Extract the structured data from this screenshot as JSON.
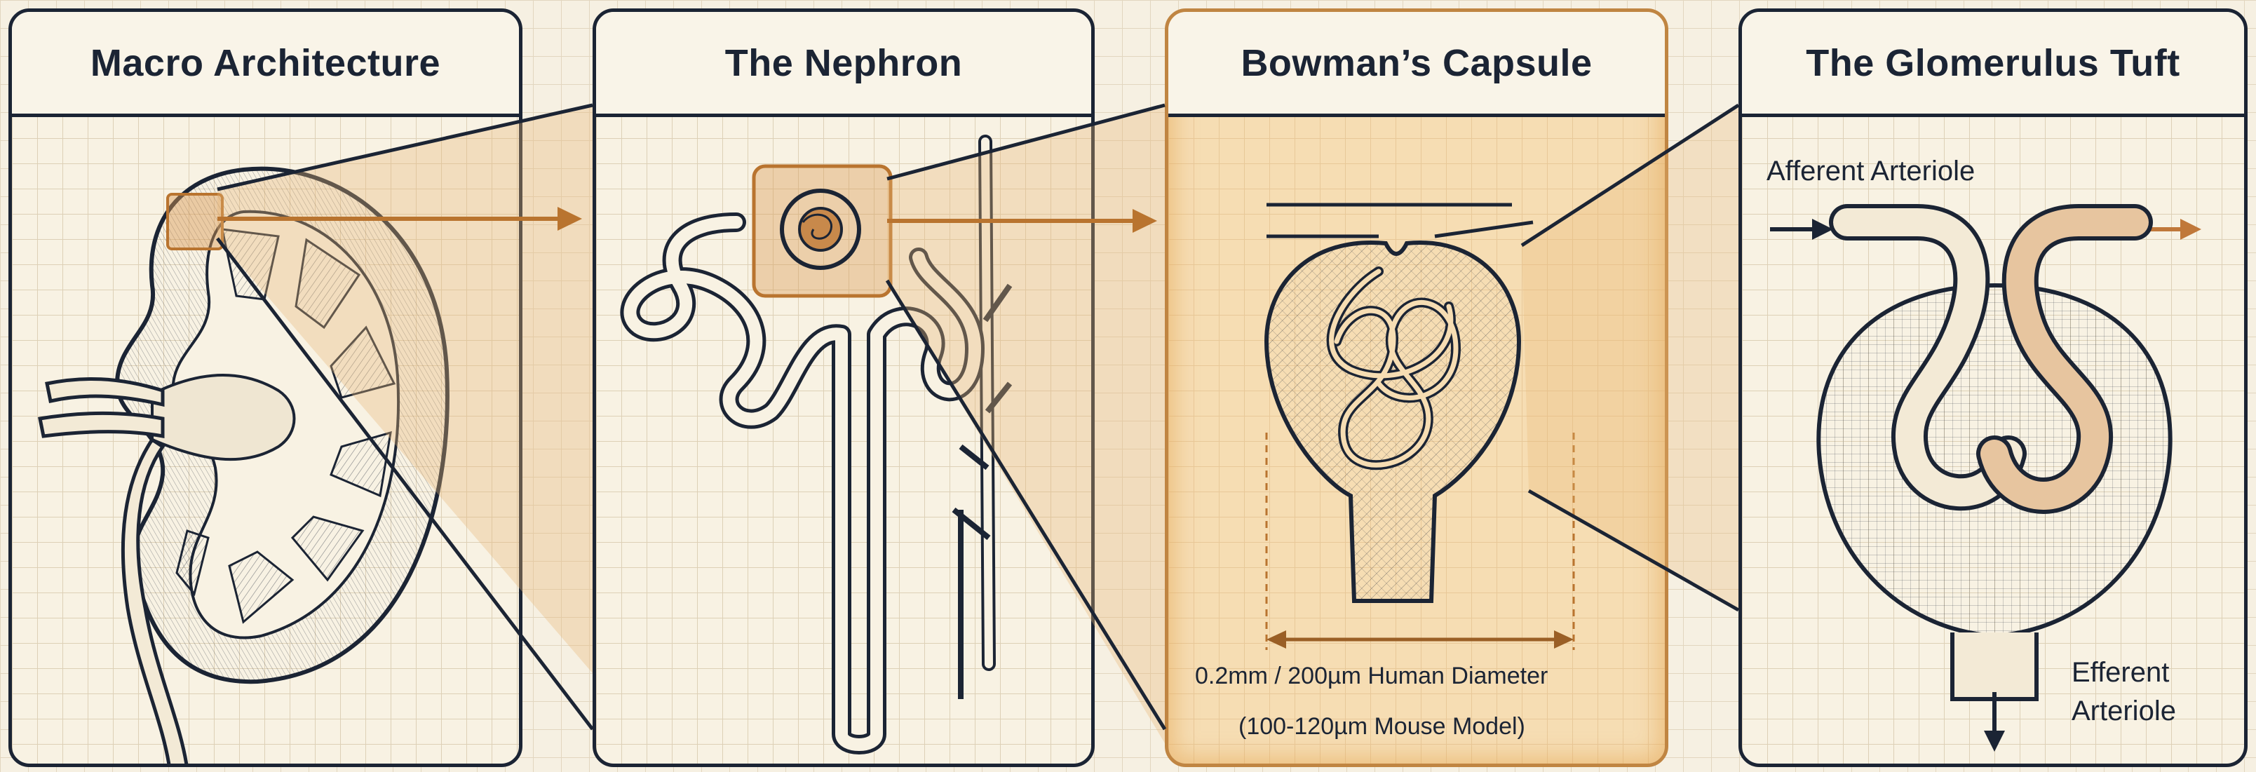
{
  "panels": [
    {
      "title": "Macro Architecture"
    },
    {
      "title": "The Nephron"
    },
    {
      "title": "Bowman’s Capsule"
    },
    {
      "title": "The Glomerulus Tuft"
    }
  ],
  "capsule": {
    "diameter_label": "0.2mm / 200µm Human Diameter",
    "mouse_label": "(100-120µm Mouse Model)"
  },
  "tuft": {
    "afferent_label": "Afferent Arteriole",
    "efferent_label_line1": "Efferent",
    "efferent_label_line2": "Arteriole"
  },
  "colors": {
    "ink": "#1b2434",
    "accent": "#c0783a",
    "highlight_fill": "#f6ddb3"
  }
}
